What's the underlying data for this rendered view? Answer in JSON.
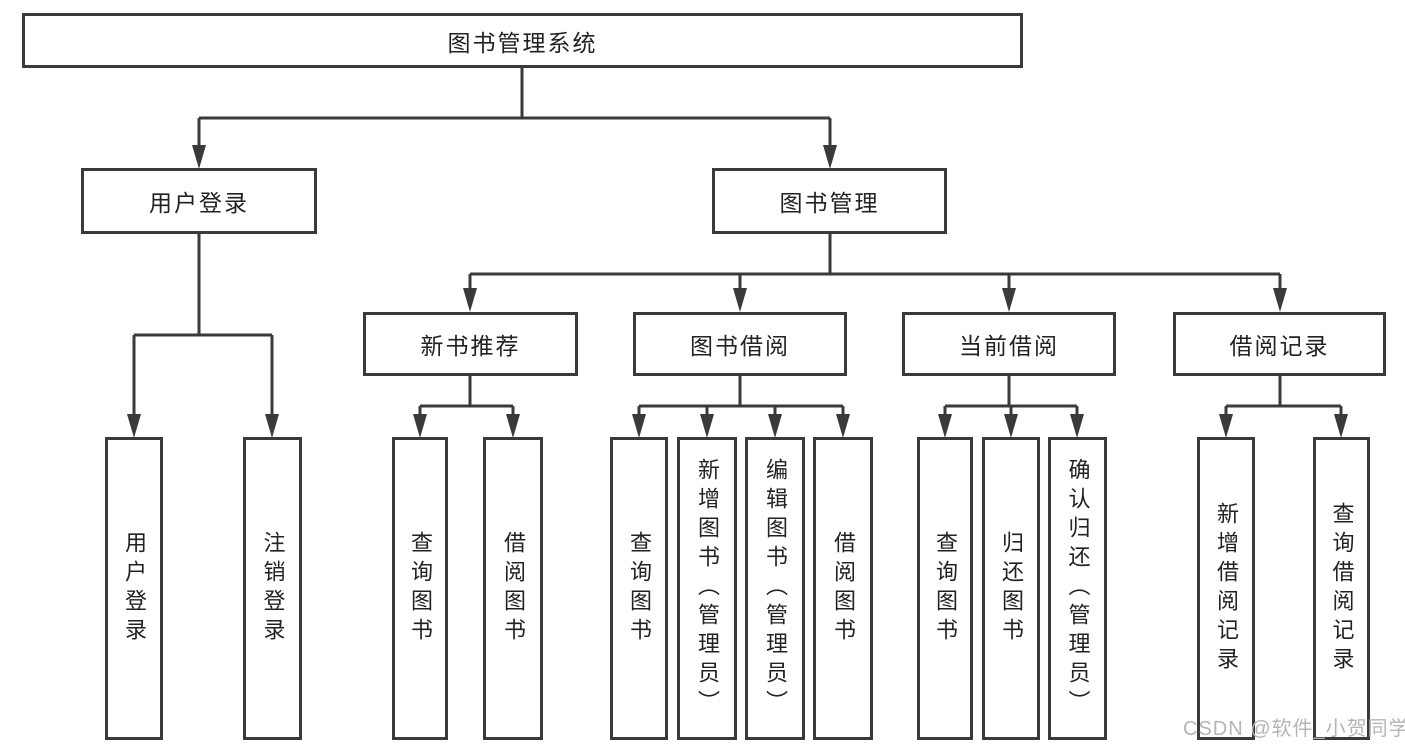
{
  "diagram_type": "hierarchy-tree",
  "colors": {
    "line": "#3a3a3a",
    "box_border": "#3a3a3a",
    "box_fill": "#ffffff",
    "text": "#222222",
    "watermark": "#b5b5b5",
    "background": "#ffffff"
  },
  "tree": {
    "label": "图书管理系统",
    "children": [
      {
        "label": "用户登录",
        "children": [
          {
            "label": "用户登录"
          },
          {
            "label": "注销登录"
          }
        ]
      },
      {
        "label": "图书管理",
        "children": [
          {
            "label": "新书推荐",
            "children": [
              {
                "label": "查询图书"
              },
              {
                "label": "借阅图书"
              }
            ]
          },
          {
            "label": "图书借阅",
            "children": [
              {
                "label": "查询图书"
              },
              {
                "label": "新增图书（管理员）"
              },
              {
                "label": "编辑图书（管理员）"
              },
              {
                "label": "借阅图书"
              }
            ]
          },
          {
            "label": "当前借阅",
            "children": [
              {
                "label": "查询图书"
              },
              {
                "label": "归还图书"
              },
              {
                "label": "确认归还（管理员）"
              }
            ]
          },
          {
            "label": "借阅记录",
            "children": [
              {
                "label": "新增借阅记录"
              },
              {
                "label": "查询借阅记录"
              }
            ]
          }
        ]
      }
    ]
  },
  "watermark": {
    "text": "CSDN @软件_小贺同学"
  }
}
